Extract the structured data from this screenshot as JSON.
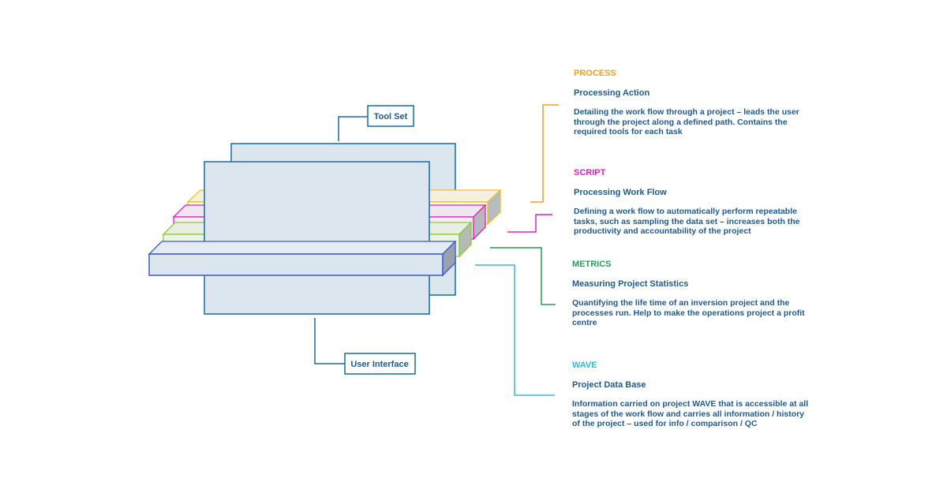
{
  "labels": {
    "tool_set": "Tool Set",
    "user_interface": "User Interface"
  },
  "colors": {
    "process": "#f2a020",
    "script": "#e020c0",
    "metrics": "#2a9a5a",
    "wave": "#30b8e0",
    "text": "#1f5a8f",
    "panel_stroke": "#1a6aa0",
    "panel_fill": "#dce6ee"
  },
  "sections": {
    "process": {
      "title": "PROCESS",
      "subtitle": "Processing Action",
      "description": "Detailing the work flow through a project – leads the user through the project along a defined path. Contains the required tools for each task"
    },
    "script": {
      "title": "SCRIPT",
      "subtitle": "Processing Work Flow",
      "description": "Defining a work flow to automatically perform repeatable tasks, such as sampling the data set – increases both the productivity and accountability of the project"
    },
    "metrics": {
      "title": "METRICS",
      "subtitle": "Measuring Project Statistics",
      "description": "Quantifying the life time of an inversion project and the processes run. Help to make the operations project a profit centre"
    },
    "wave": {
      "title": "WAVE",
      "subtitle": "Project Data Base",
      "description": "Information carried on project WAVE that is accessible at all stages of the work flow and carries all information / history of the project – used for info / comparison / QC"
    }
  }
}
